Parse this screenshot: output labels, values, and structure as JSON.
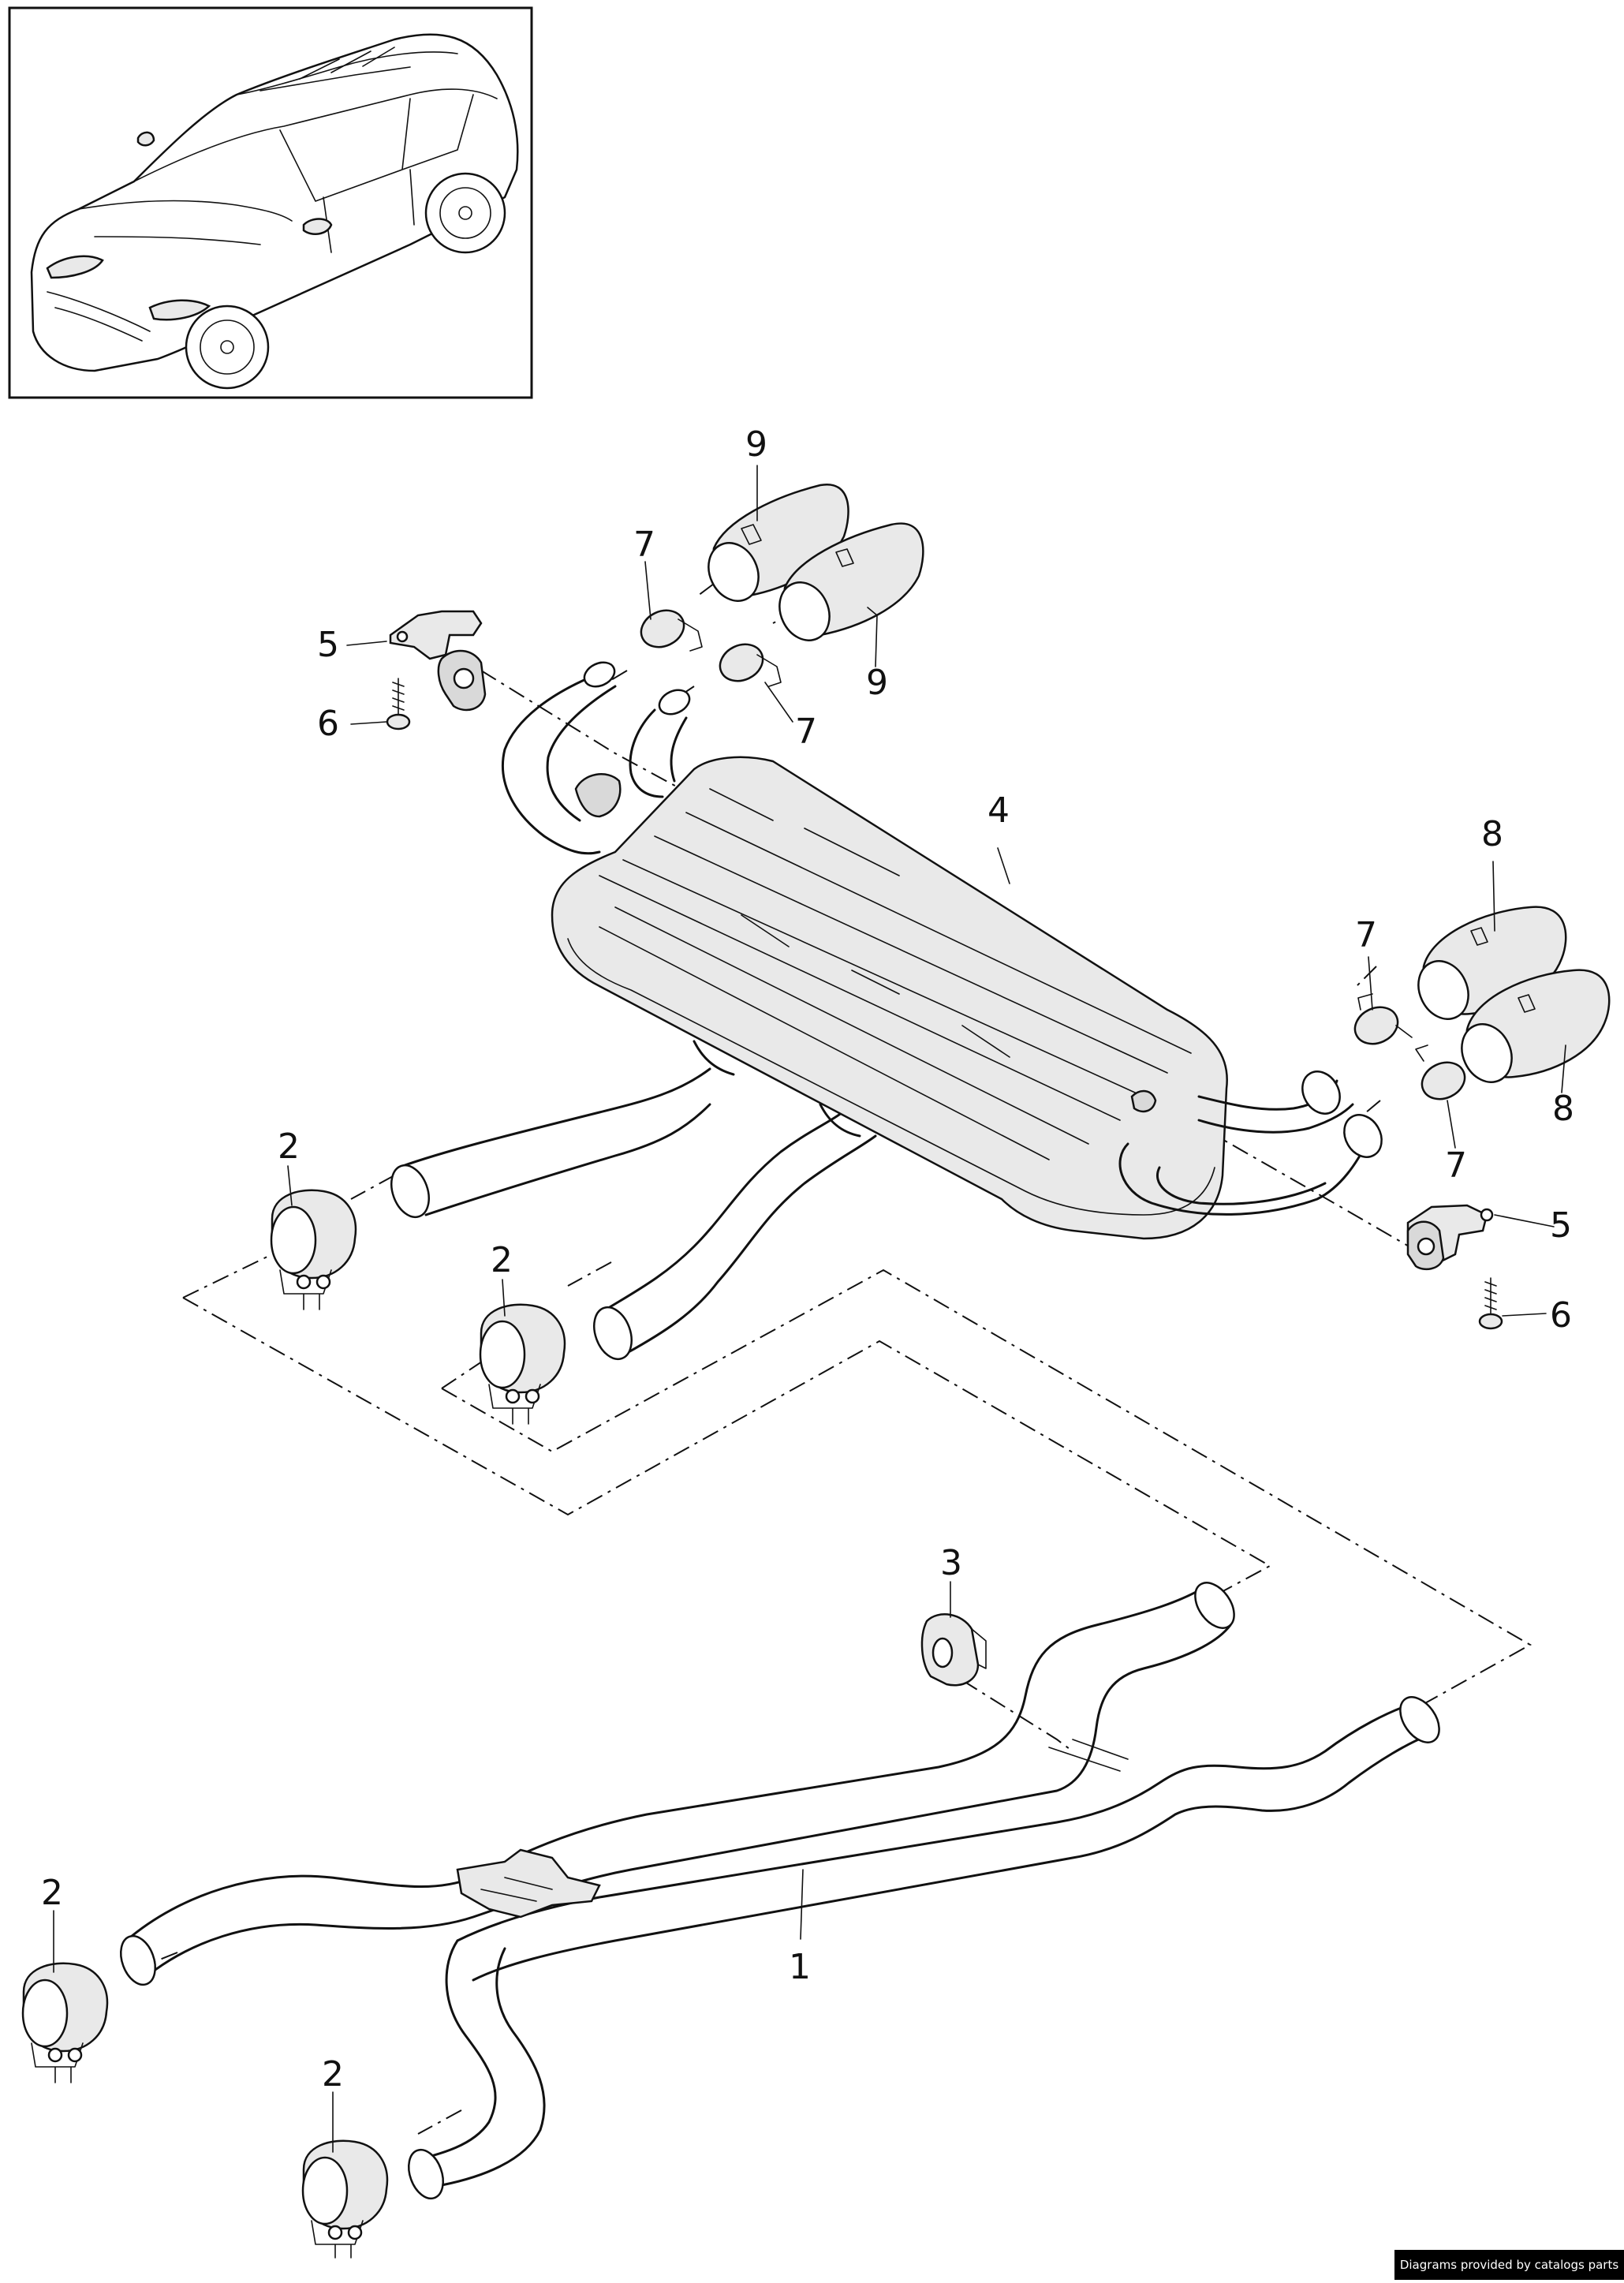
{
  "callouts": {
    "c1": "1",
    "c2a": "2",
    "c2b": "2",
    "c2c": "2",
    "c2d": "2",
    "c3": "3",
    "c4": "4",
    "c5a": "5",
    "c5b": "5",
    "c6a": "6",
    "c6b": "6",
    "c7a": "7",
    "c7b": "7",
    "c7c": "7",
    "c7d": "7",
    "c8a": "8",
    "c8b": "8",
    "c9a": "9",
    "c9b": "9"
  },
  "footer": {
    "credit": "Diagrams provided by catalogs parts"
  }
}
